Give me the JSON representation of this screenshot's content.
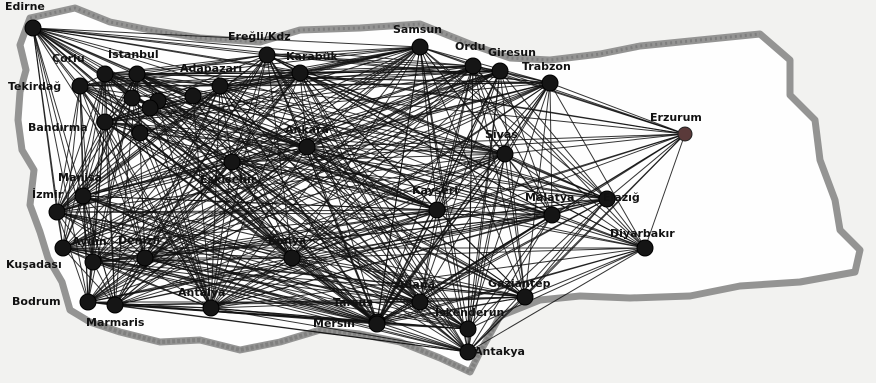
{
  "diagram": {
    "colors": {
      "background": "#f2f2f0",
      "land": "#ffffff",
      "coast": "#8f8f8f",
      "edge": "#111111",
      "node": "#151515"
    },
    "cities": [
      {
        "id": "edirne",
        "label": "Edirne"
      },
      {
        "id": "corlu",
        "label": "Çorlu"
      },
      {
        "id": "istanbul",
        "label": "İstanbul"
      },
      {
        "id": "tekirdag",
        "label": "Tekirdağ"
      },
      {
        "id": "adapazari",
        "label": "Adapazarı"
      },
      {
        "id": "eregli",
        "label": "Ereğli/Kdz"
      },
      {
        "id": "karabuk",
        "label": "Karabük"
      },
      {
        "id": "samsun",
        "label": "Samsun"
      },
      {
        "id": "ordu",
        "label": "Ordu"
      },
      {
        "id": "giresun",
        "label": "Giresun"
      },
      {
        "id": "trabzon",
        "label": "Trabzon"
      },
      {
        "id": "erzurum",
        "label": "Erzurum"
      },
      {
        "id": "bandirma",
        "label": "Bandırma"
      },
      {
        "id": "ankara",
        "label": "Ankara"
      },
      {
        "id": "sivas",
        "label": "Sivas"
      },
      {
        "id": "eskisehir",
        "label": "Eskişehir"
      },
      {
        "id": "manisa",
        "label": "Manisa"
      },
      {
        "id": "izmir",
        "label": "İzmir"
      },
      {
        "id": "kayseri",
        "label": "Kayseri"
      },
      {
        "id": "malatya",
        "label": "Malatya"
      },
      {
        "id": "elazig",
        "label": "Elazığ"
      },
      {
        "id": "diyarbakir",
        "label": "Diyarbakır"
      },
      {
        "id": "aydin",
        "label": "Aydın"
      },
      {
        "id": "denizli",
        "label": "Denizli"
      },
      {
        "id": "konya",
        "label": "Konya"
      },
      {
        "id": "kusadasi",
        "label": "Kuşadası"
      },
      {
        "id": "bodrum",
        "label": "Bodrum"
      },
      {
        "id": "marmaris",
        "label": "Marmaris"
      },
      {
        "id": "antalya",
        "label": "Antalya"
      },
      {
        "id": "tarsus",
        "label": "Tarsus"
      },
      {
        "id": "adana",
        "label": "Adana"
      },
      {
        "id": "mersin",
        "label": "Mersin"
      },
      {
        "id": "gaziantep",
        "label": "Gaziantep"
      },
      {
        "id": "iskenderun",
        "label": "İskenderun"
      },
      {
        "id": "antakya",
        "label": "Antakya"
      }
    ]
  }
}
